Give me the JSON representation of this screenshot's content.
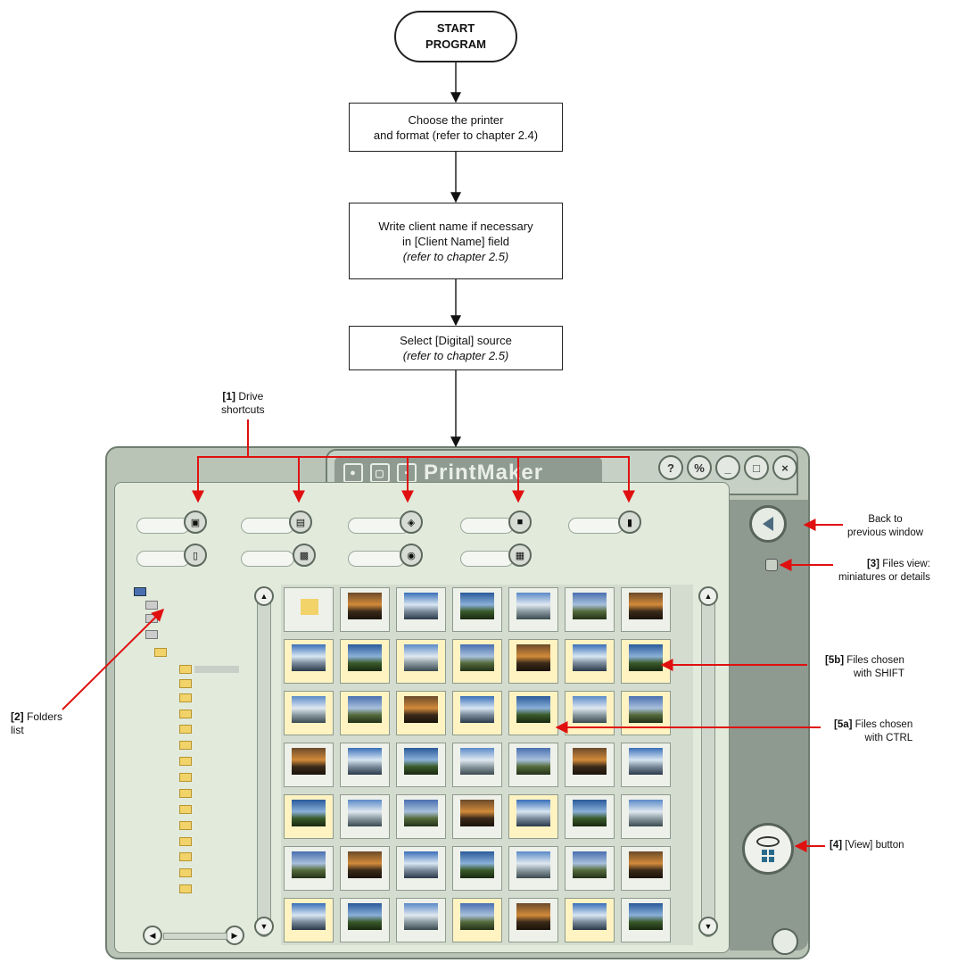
{
  "flow": {
    "start": [
      "START",
      "PROGRAM"
    ],
    "step1": [
      "Choose the printer",
      "and format (refer to chapter 2.4)"
    ],
    "step2": [
      "Write client name if necessary",
      "in [Client Name] field"
    ],
    "step2_ref": "(refer to chapter 2.5)",
    "step3": "Select [Digital] source",
    "step3_ref": "(refer to chapter 2.5)"
  },
  "annotations": {
    "drive_shortcuts": {
      "num": "[1]",
      "text1": "Drive",
      "text2": "shortcuts"
    },
    "folders_list": {
      "num": "[2]",
      "text1": "Folders",
      "text2": "list"
    },
    "back": {
      "text1": "Back to",
      "text2": "previous window"
    },
    "files_view": {
      "num": "[3]",
      "text1": "Files view:",
      "text2": "miniatures or details"
    },
    "shift": {
      "num": "[5b]",
      "text1": "Files chosen",
      "text2": "with SHIFT"
    },
    "ctrl": {
      "num": "[5a]",
      "text1": "Files chosen",
      "text2": "with CTRL"
    },
    "view": {
      "num": "[4]",
      "text1": "[View] button"
    }
  },
  "app": {
    "logo": "PrintMaker",
    "title_buttons": [
      "?",
      "%",
      "_",
      "□",
      "×"
    ],
    "accent": "#e01010",
    "panel_color": "#e1eadb",
    "frame_color": "#b9c4b7"
  }
}
